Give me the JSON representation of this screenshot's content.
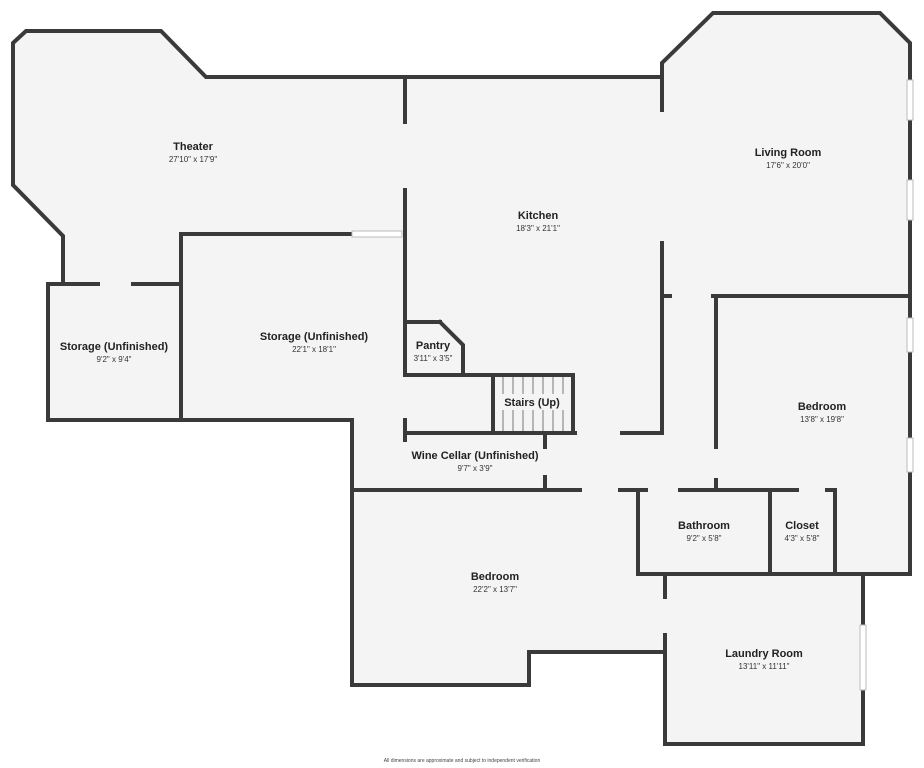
{
  "colors": {
    "wall": "#3a3a3a",
    "floor": "#f4f4f4",
    "window": "#ffffff"
  },
  "rooms": [
    {
      "name": "Theater",
      "dims": "27'10\" x 17'9\""
    },
    {
      "name": "Living Room",
      "dims": "17'6\" x 20'0\""
    },
    {
      "name": "Kitchen",
      "dims": "18'3\" x 21'1\""
    },
    {
      "name": "Storage (Unfinished)",
      "dims": "9'2\" x 9'4\""
    },
    {
      "name": "Storage (Unfinished)",
      "dims": "22'1\" x 18'1\""
    },
    {
      "name": "Pantry",
      "dims": "3'11\" x 3'5\""
    },
    {
      "name": "Stairs (Up)",
      "dims": ""
    },
    {
      "name": "Bedroom",
      "dims": "13'8\" x 19'8\""
    },
    {
      "name": "Wine Cellar (Unfinished)",
      "dims": "9'7\" x 3'9\""
    },
    {
      "name": "Bathroom",
      "dims": "9'2\" x 5'8\""
    },
    {
      "name": "Closet",
      "dims": "4'3\" x 5'8\""
    },
    {
      "name": "Bedroom",
      "dims": "22'2\" x 13'7\""
    },
    {
      "name": "Laundry Room",
      "dims": "13'11\" x 11'11\""
    }
  ],
  "footer": "All dimensions are approximate and subject to independent verification"
}
